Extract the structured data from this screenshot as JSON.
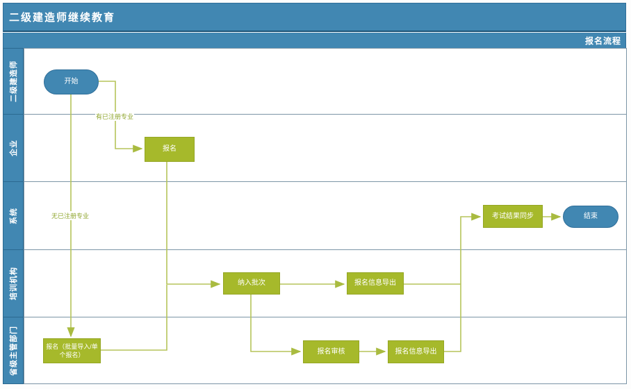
{
  "header": {
    "title": "二级建造师继续教育",
    "flow_title": "报名流程"
  },
  "lanes": [
    {
      "label": "二级建造师"
    },
    {
      "label": "企业"
    },
    {
      "label": "系统"
    },
    {
      "label": "培训机构"
    },
    {
      "label": "省级主管部门"
    }
  ],
  "nodes": {
    "start": {
      "label": "开始",
      "type": "terminal"
    },
    "enterprise_register": {
      "label": "报名",
      "type": "process"
    },
    "include_in_batch": {
      "label": "纳入批次",
      "type": "process"
    },
    "export_registration_info_training": {
      "label": "报名信息导出",
      "type": "process"
    },
    "exam_result_sync": {
      "label": "考试结果同步",
      "type": "process"
    },
    "end": {
      "label": "结束",
      "type": "terminal"
    },
    "provincial_register": {
      "label": "报名（批量导入/单个报名）",
      "type": "process"
    },
    "registration_review": {
      "label": "报名审核",
      "type": "process"
    },
    "export_registration_info_provincial": {
      "label": "报名信息导出",
      "type": "process"
    }
  },
  "edge_labels": {
    "has_registered_major": "有已注册专业",
    "no_registered_major": "无已注册专业"
  },
  "colors": {
    "header_bg": "#4187b2",
    "header_divider": "#1b5276",
    "lane_label_bg": "#4187b2",
    "lane_border": "#7b94a6",
    "process_fill": "#a6b92b",
    "process_border": "#94a623",
    "terminal_fill": "#4187b2",
    "terminal_border": "#2f6e99",
    "connector": "#b6c45a",
    "edge_label_text": "#8fa62e",
    "text_on_dark": "#ffffff"
  }
}
